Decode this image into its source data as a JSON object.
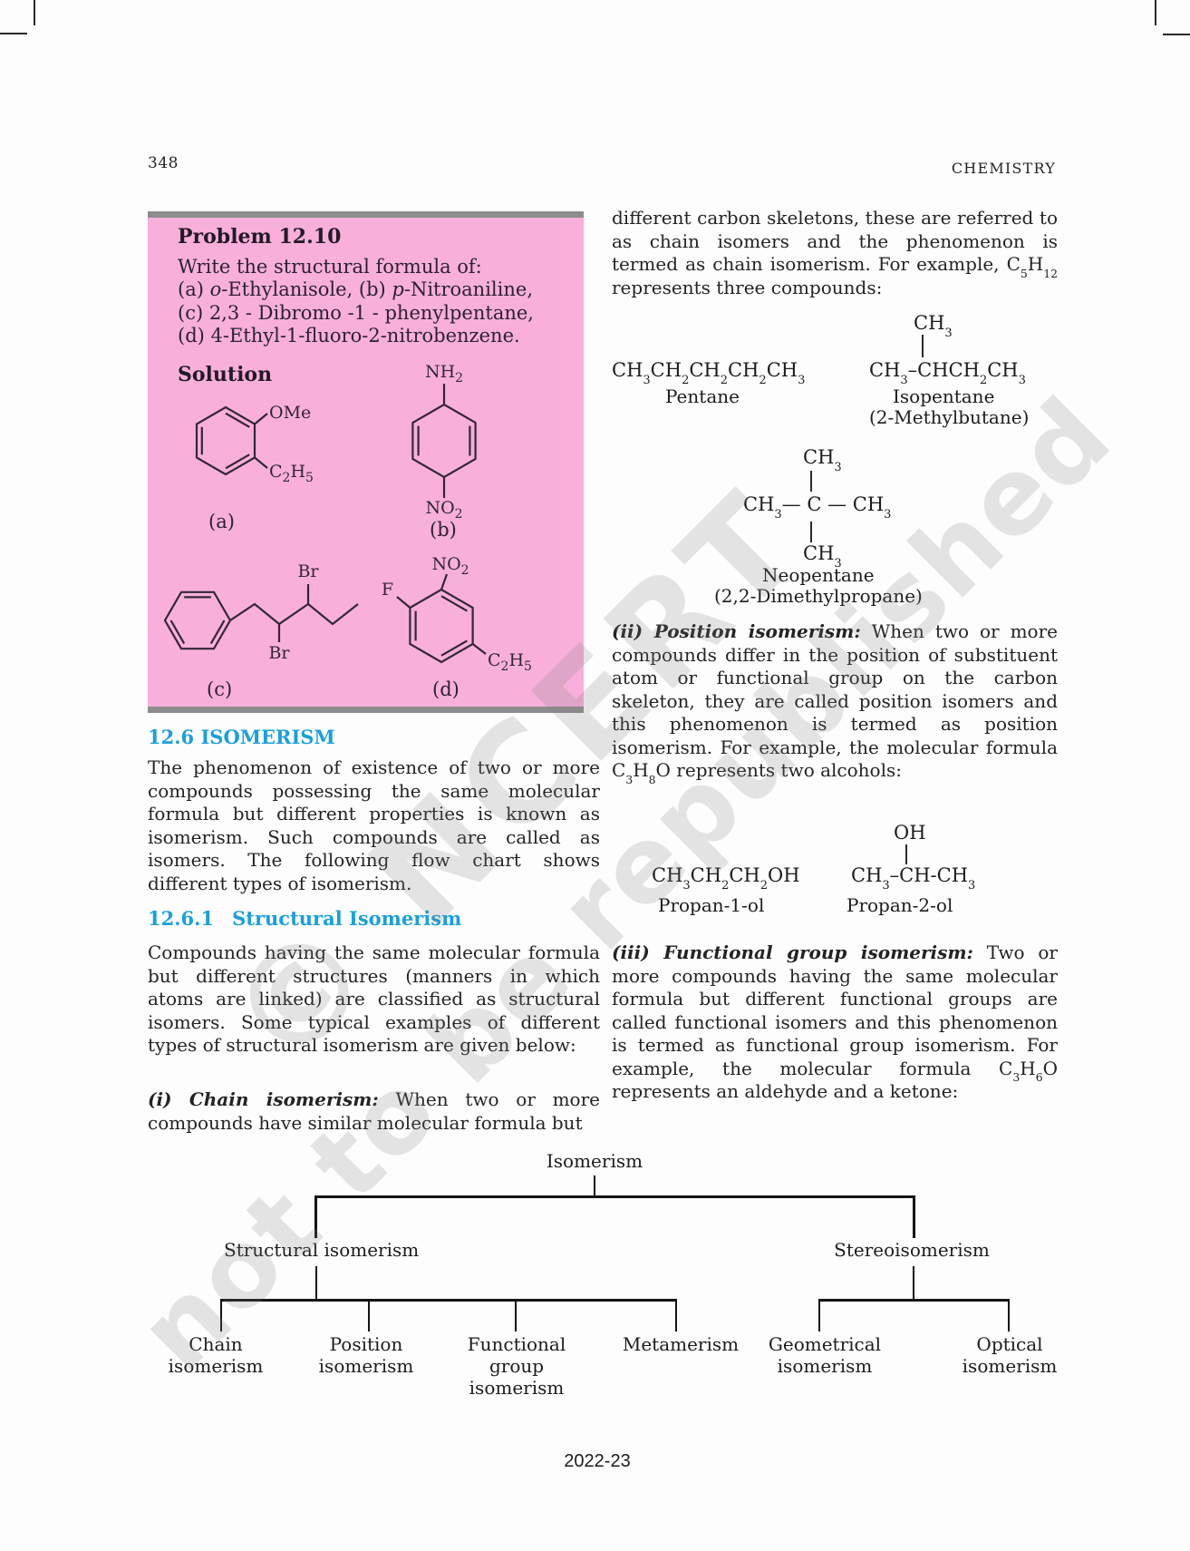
{
  "page": {
    "number": "348",
    "running_head": "CHEMISTRY",
    "footer": "2022-23"
  },
  "watermark": {
    "line1": "© NCERT",
    "line2": "not to be republished"
  },
  "colors": {
    "pink_box": "#f8b0da",
    "box_bar_gray": "#8d8d8d",
    "heading_cyan": "#1aa0da",
    "body_text": "#232323"
  },
  "problem_box": {
    "title": "Problem 12.10",
    "lines": [
      [
        {
          "t": "Write the structural formula of:"
        }
      ],
      [
        {
          "t": "(a) "
        },
        {
          "t": "o",
          "s": "i"
        },
        {
          "t": "-Ethylanisole, (b) "
        },
        {
          "t": "p",
          "s": "i"
        },
        {
          "t": "-Nitroaniline,"
        }
      ],
      [
        {
          "t": "(c)  2,3 - Dibromo -1 - phenylpentane,"
        }
      ],
      [
        {
          "t": "(d) 4-Ethyl-1-fluoro-2-nitrobenzene."
        }
      ]
    ],
    "solution_label": "Solution",
    "structures": {
      "a": {
        "top": "OMe",
        "bottom": "C2H5",
        "tag": "(a)"
      },
      "b": {
        "top": "NH2",
        "bottom": "NO2",
        "tag": "(b)"
      },
      "c": {
        "br_top": "Br",
        "br_bottom": "Br",
        "tag": "(c)"
      },
      "d": {
        "no2": "NO2",
        "f": "F",
        "c2h5": "C2H5",
        "tag": "(d)"
      }
    }
  },
  "left_column": {
    "isomerism_heading": "12.6 ISOMERISM",
    "isomerism_para": "The phenomenon of existence of two or more compounds possessing the same molecular formula but different properties is known as isomerism. Such compounds are called as isomers. The following flow chart shows different types of isomerism.",
    "structural_heading_num": "12.6.1",
    "structural_heading_title": "Structural Isomerism",
    "structural_para": "Compounds having the same molecular formula but different structures (manners in which atoms are linked) are classified as structural isomers. Some typical examples of different types of structural isomerism are given below:",
    "chain_para": [
      {
        "t": "(i) Chain isomerism:",
        "s": "bi"
      },
      {
        "t": " When two or more compounds have similar molecular formula but"
      }
    ]
  },
  "right_column": {
    "chain_cont_para": [
      {
        "t": "different carbon skeletons, these are referred to as chain isomers and the phenomenon is termed as chain isomerism. For example, C"
      },
      {
        "t": "5",
        "s": "sub"
      },
      {
        "t": "H"
      },
      {
        "t": "12",
        "s": "sub"
      },
      {
        "t": " represents three compounds:"
      }
    ],
    "pentane_formula": "CH3CH2CH2CH2CH3",
    "pentane_name": "Pentane",
    "isopentane_ch3": "CH3",
    "isopentane_formula": "CH3–CHCH2CH3",
    "isopentane_name": "Isopentane",
    "isopentane_alt": "(2-Methylbutane)",
    "neopentane_top": "CH3",
    "neopentane_mid": "CH3— C — CH3",
    "neopentane_bottom": "CH3",
    "neopentane_name": "Neopentane",
    "neopentane_alt": "(2,2-Dimethylpropane)",
    "position_para": [
      {
        "t": "(ii) Position isomerism:",
        "s": "bi"
      },
      {
        "t": " When two or more compounds differ in the position of substituent atom or functional group on the carbon skeleton, they are called position isomers and this phenomenon is termed as position isomerism. For example, the molecular formula C"
      },
      {
        "t": "3",
        "s": "sub"
      },
      {
        "t": "H"
      },
      {
        "t": "8",
        "s": "sub"
      },
      {
        "t": "O represents two alcohols:"
      }
    ],
    "oh_label": "OH",
    "propan1_formula": "CH3CH2CH2OH",
    "propan1_name": "Propan-1-ol",
    "propan2_formula": "CH3–CH-CH3",
    "propan2_name": "Propan-2-ol",
    "functional_para": [
      {
        "t": "(iii) Functional group isomerism:",
        "s": "bi"
      },
      {
        "t": " Two or more compounds having the same molecular formula but different functional groups are called functional isomers and this phenomenon is termed as functional group isomerism. For example, the molecular formula C"
      },
      {
        "t": "3",
        "s": "sub"
      },
      {
        "t": "H"
      },
      {
        "t": "6",
        "s": "sub"
      },
      {
        "t": "O represents an aldehyde and a ketone:"
      }
    ]
  },
  "flowchart": {
    "root": "Isomerism",
    "left_branch": "Structural isomerism",
    "right_branch": "Stereoisomerism",
    "left_leaves": [
      "Chain isomerism",
      "Position isomerism",
      "Functional group isomerism",
      "Metamerism"
    ],
    "right_leaves": [
      "Geometrical isomerism",
      "Optical isomerism"
    ]
  }
}
